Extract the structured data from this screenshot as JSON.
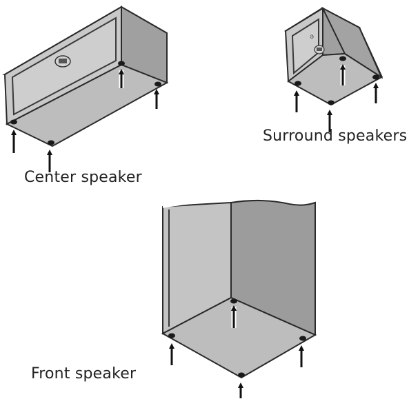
{
  "labels": {
    "center": "Center speaker",
    "surround": "Surround speakers",
    "front": "Front speaker"
  },
  "colors": {
    "outline": "#2a2a2a",
    "front_face": "#c8c8c8",
    "side_face": "#a3a3a3",
    "top_face": "#8f8f8f",
    "bottom_face": "#bdbdbd",
    "foot": "#1a1a1a",
    "arrow": "#111111"
  }
}
